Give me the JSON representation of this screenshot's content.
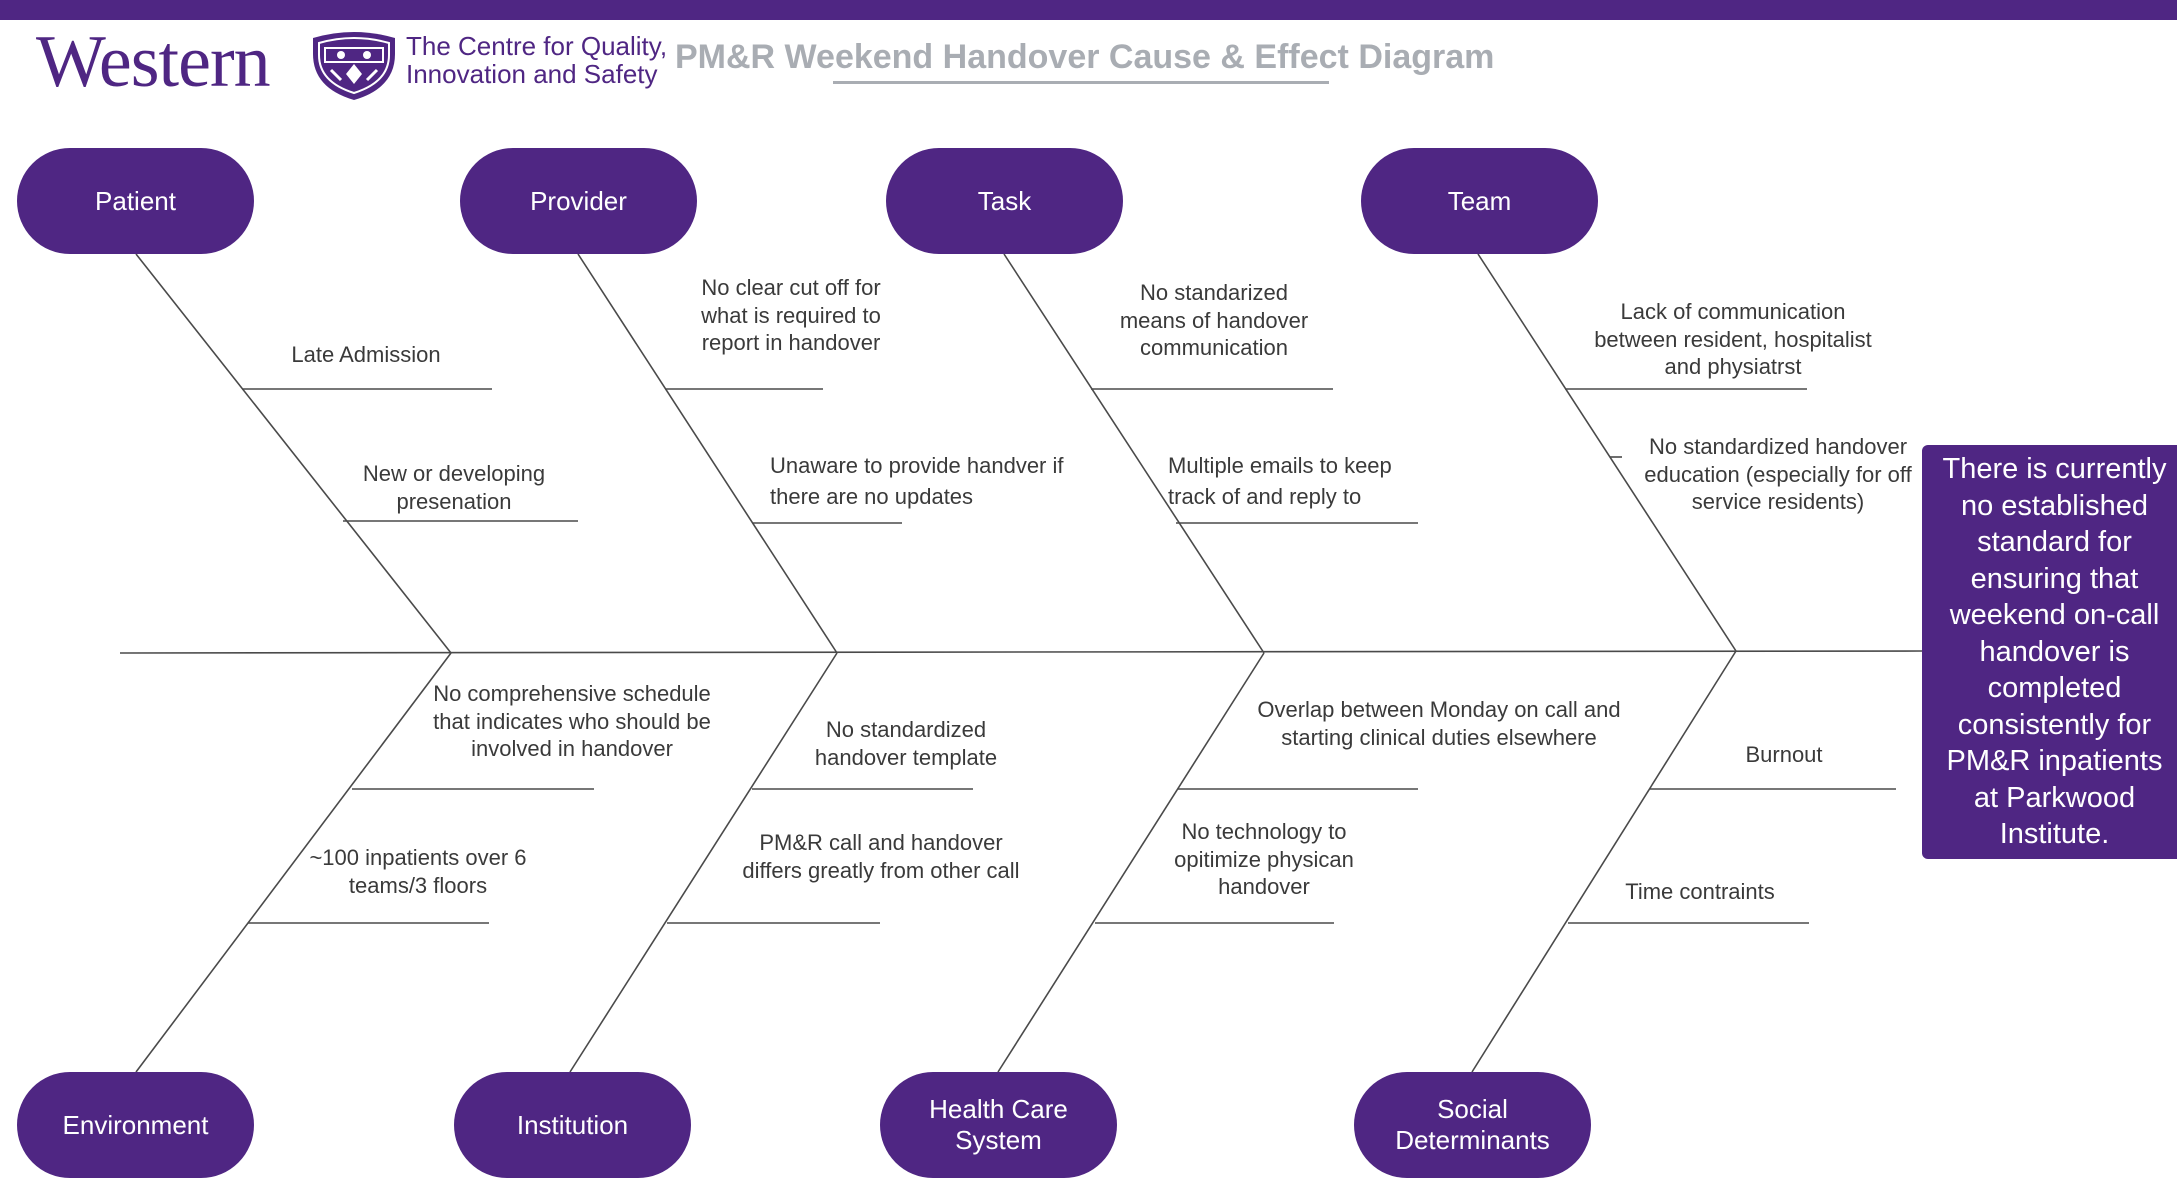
{
  "header": {
    "logo_wordmark": "Western",
    "logo_subtitle_line1": "The Centre for Quality,",
    "logo_subtitle_line2": "Innovation and Safety",
    "title": "PM&R Weekend Handover Cause & Effect Diagram"
  },
  "colors": {
    "brand_purple": "#4f2683",
    "title_gray": "#a9adb3",
    "line_color": "#4a4a4a"
  },
  "categories": {
    "patient": "Patient",
    "provider": "Provider",
    "task": "Task",
    "team": "Team",
    "environment": "Environment",
    "institution": "Institution",
    "health_care_system": "Health Care System",
    "social_determinants": "Social Determinants"
  },
  "causes": {
    "late_admission": "Late Admission",
    "new_presentation": "New or developing presenation",
    "no_cutoff": "No clear cut off for what is required to report in handover",
    "unaware_no_updates": "Unaware to provide handver if there are no updates",
    "no_standardized_means": "No standarized means of handover communication",
    "multiple_emails": "Multiple emails to keep track of and reply to",
    "lack_communication": "Lack of communication between resident, hospitalist and physiatrst",
    "no_education": "No standardized handover education (especially for off service residents)",
    "no_schedule": "No comprehensive schedule that indicates who should be involved in handover",
    "inpatients_100": "~100 inpatients over 6 teams/3 floors",
    "no_template": "No standardized handover template",
    "call_differs": "PM&R call and handover differs greatly from other call",
    "overlap_monday": "Overlap between Monday on call and starting clinical duties elsewhere",
    "no_technology": "No technology to opitimize physican handover",
    "burnout": "Burnout",
    "time_constraints": "Time contraints"
  },
  "problem_statement": "There is currently no established standard for ensuring that weekend on-call handover is completed consistently for PM&R inpatients at Parkwood Institute."
}
